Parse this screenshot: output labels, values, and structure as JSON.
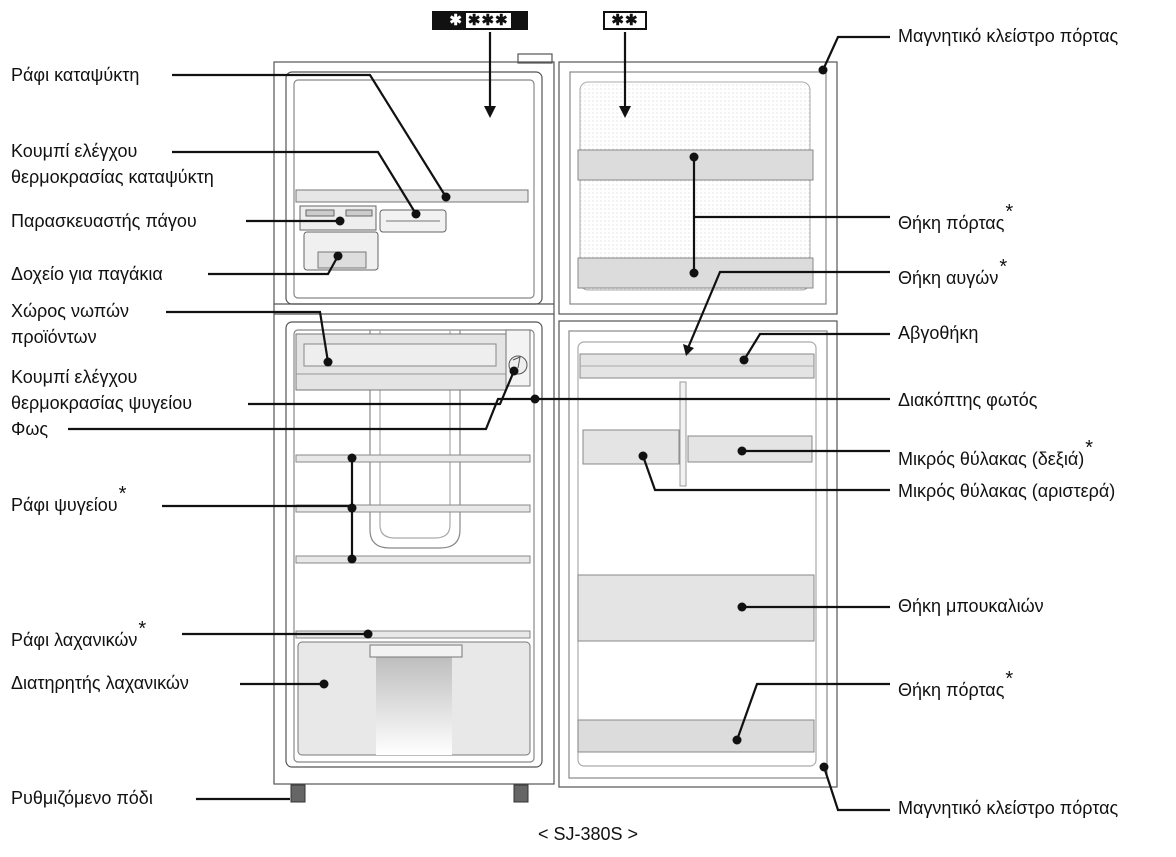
{
  "badges": {
    "freezer": {
      "star": "✱",
      "stars": "✱✱✱"
    },
    "door": "✱✱"
  },
  "labels_left": {
    "freezer_shelf": "Ράφι καταψύκτη",
    "freezer_temp_knob_1": "Κουμπί ελέγχου",
    "freezer_temp_knob_2": "θερμοκρασίας καταψύκτη",
    "ice_maker": "Παρασκευαστής πάγου",
    "ice_tray": "Δοχείο για παγάκια",
    "fresh_case_1": "Χώρος νωπών",
    "fresh_case_2": "προϊόντων",
    "fridge_temp_knob_1": "Κουμπί ελέγχου",
    "fridge_temp_knob_2": "θερμοκρασίας ψυγείου",
    "light": "Φως",
    "fridge_shelf": "Ράφι ψυγείου",
    "vegetable_shelf": "Ράφι λαχανικών",
    "crisper": "Διατηρητής λαχανικών",
    "adjustable_foot": "Ρυθμιζόμενο πόδι"
  },
  "labels_right": {
    "magnetic_seal_top": "Μαγνητικό κλείστρο πόρτας",
    "door_pocket_top": "Θήκη πόρτας",
    "egg_pocket": "Θήκη αυγών",
    "egg_tray": "Αβγοθήκη",
    "light_switch": "Διακόπτης φωτός",
    "small_pocket_right": "Μικρός θύλακας (δεξιά)",
    "small_pocket_left": "Μικρός θύλακας (αριστερά)",
    "bottle_pocket": "Θήκη μπουκαλιών",
    "door_pocket_bottom": "Θήκη πόρτας",
    "magnetic_seal_bottom": "Μαγνητικό κλείστρο πόρτας"
  },
  "asterisk": "*",
  "caption": "< SJ-380S >"
}
